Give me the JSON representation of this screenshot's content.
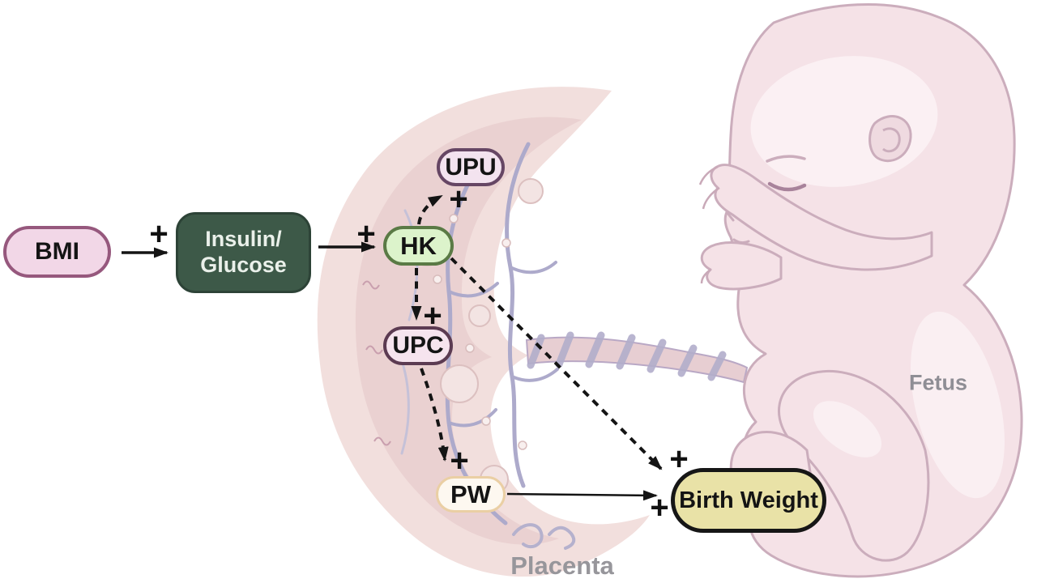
{
  "diagram": {
    "nodes": {
      "bmi": {
        "label": "BMI"
      },
      "insulin_glucose": {
        "line1": "Insulin/",
        "line2": "Glucose"
      },
      "hk": {
        "label": "HK"
      },
      "upu": {
        "label": "UPU"
      },
      "upc": {
        "label": "UPC"
      },
      "pw": {
        "label": "PW"
      },
      "birth_weight": {
        "label": "Birth Weight"
      }
    },
    "edges": [
      {
        "from": "BMI",
        "to": "Insulin/Glucose",
        "style": "solid",
        "sign": "+"
      },
      {
        "from": "Insulin/Glucose",
        "to": "HK",
        "style": "solid",
        "sign": "+"
      },
      {
        "from": "HK",
        "to": "UPU",
        "style": "dashed",
        "sign": "+"
      },
      {
        "from": "HK",
        "to": "UPC",
        "style": "dashed",
        "sign": "+"
      },
      {
        "from": "UPC",
        "to": "PW",
        "style": "dashed",
        "sign": "+"
      },
      {
        "from": "HK",
        "to": "Birth Weight",
        "style": "dashed",
        "sign": "+"
      },
      {
        "from": "PW",
        "to": "Birth Weight",
        "style": "solid",
        "sign": "+"
      }
    ],
    "region_labels": {
      "placenta": "Placenta",
      "fetus": "Fetus"
    },
    "colors": {
      "bmi_fill": "#f2d7e7",
      "bmi_border": "#96587d",
      "insulin_fill": "#3d5948",
      "insulin_text": "#eaf0ea",
      "hk_fill": "#dcf3cb",
      "hk_border": "#5a7a45",
      "upu_fill": "#f3e3ef",
      "upu_border": "#664664",
      "upc_fill": "#f6e4ee",
      "upc_border": "#5c3b52",
      "pw_fill": "#fdf8f0",
      "pw_border": "#eacfa4",
      "birth_weight_fill": "#e9e2a7",
      "birth_weight_border": "#161616",
      "arrow": "#141414",
      "region_label_gray": "#97969b",
      "placenta_pink": "#f2dfdd",
      "fetus_pink": "#f5e2e7",
      "vessel_purple": "#adaacb"
    }
  }
}
